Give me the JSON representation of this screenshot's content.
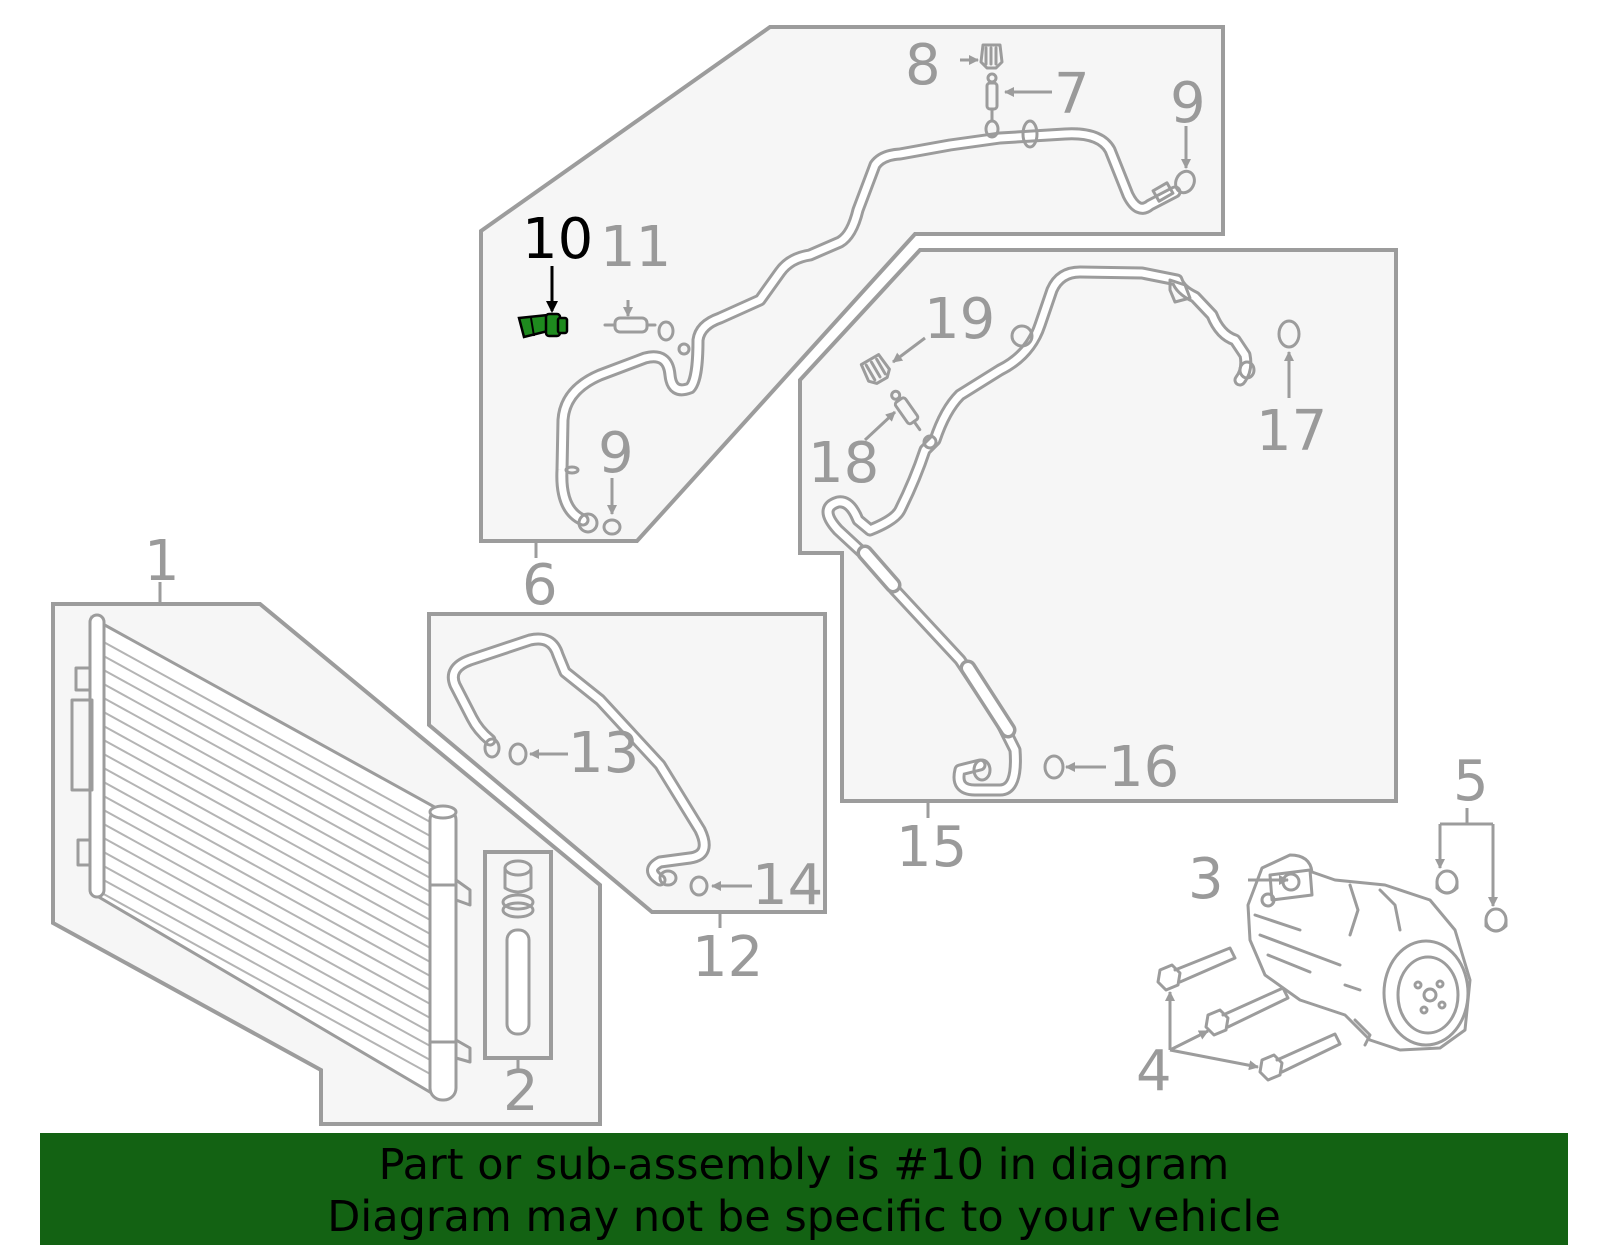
{
  "callouts": {
    "c1": "1",
    "c2": "2",
    "c3": "3",
    "c4": "4",
    "c5": "5",
    "c6": "6",
    "c7": "7",
    "c8": "8",
    "c9a": "9",
    "c9b": "9",
    "c10": "10",
    "c11": "11",
    "c12": "12",
    "c13": "13",
    "c14": "14",
    "c15": "15",
    "c16": "16",
    "c17": "17",
    "c18": "18",
    "c19": "19"
  },
  "highlight": {
    "part_number": "10",
    "color": "#1e8a1e"
  },
  "banner": {
    "line1": "Part or sub-assembly is #10 in diagram",
    "line2": "Diagram may not be specific to your vehicle",
    "background": "#136213"
  },
  "colors": {
    "part_gray": "#9c9c9c",
    "box_fill": "#f6f6f6",
    "highlight_text": "#000000"
  }
}
